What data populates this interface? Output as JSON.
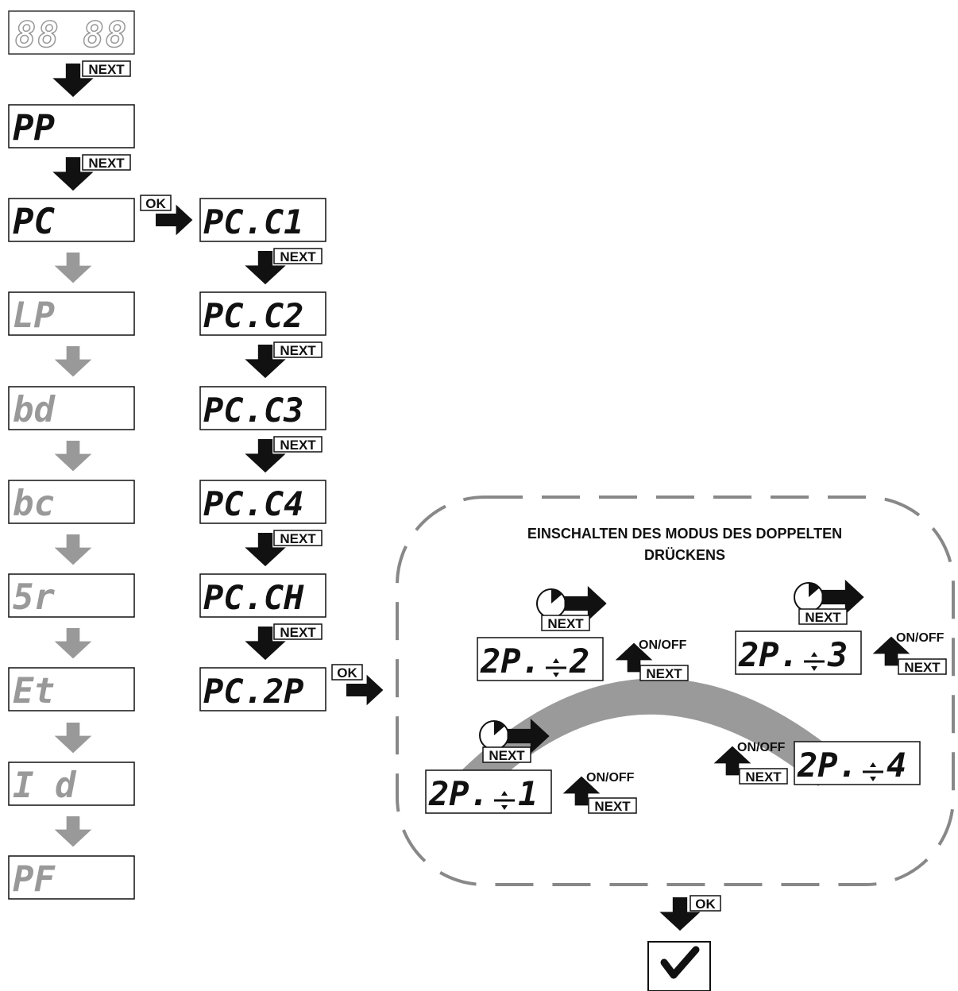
{
  "colors": {
    "active": "#111111",
    "inactive": "#999999",
    "band": "#9a9a9a",
    "frame": "#888888"
  },
  "labels": {
    "next": "NEXT",
    "ok": "OK",
    "onoff": "ON/OFF"
  },
  "icons": {
    "check": "check-icon",
    "timer": "timer-icon",
    "arrow": "arrow-icon"
  },
  "main_menu": [
    {
      "code": "88 88"
    },
    {
      "code": "PP"
    },
    {
      "code": "PC"
    },
    {
      "code": "LP"
    },
    {
      "code": "bd"
    },
    {
      "code": "bc"
    },
    {
      "code": "5r"
    },
    {
      "code": "Et"
    },
    {
      "code": "I d"
    },
    {
      "code": "PF"
    }
  ],
  "pc_submenu": [
    {
      "code": "PC.C1"
    },
    {
      "code": "PC.C2"
    },
    {
      "code": "PC.C3"
    },
    {
      "code": "PC.C4"
    },
    {
      "code": "PC.CH"
    },
    {
      "code": "PC.2P"
    }
  ],
  "double_press": {
    "title_line1": "EINSCHALTEN DES MODUS DES DOPPELTEN",
    "title_line2": "DRÜCKENS",
    "modes": [
      {
        "prefix": "2P.",
        "digit": "1"
      },
      {
        "prefix": "2P.",
        "digit": "2"
      },
      {
        "prefix": "2P.",
        "digit": "3"
      },
      {
        "prefix": "2P.",
        "digit": "4"
      }
    ]
  }
}
